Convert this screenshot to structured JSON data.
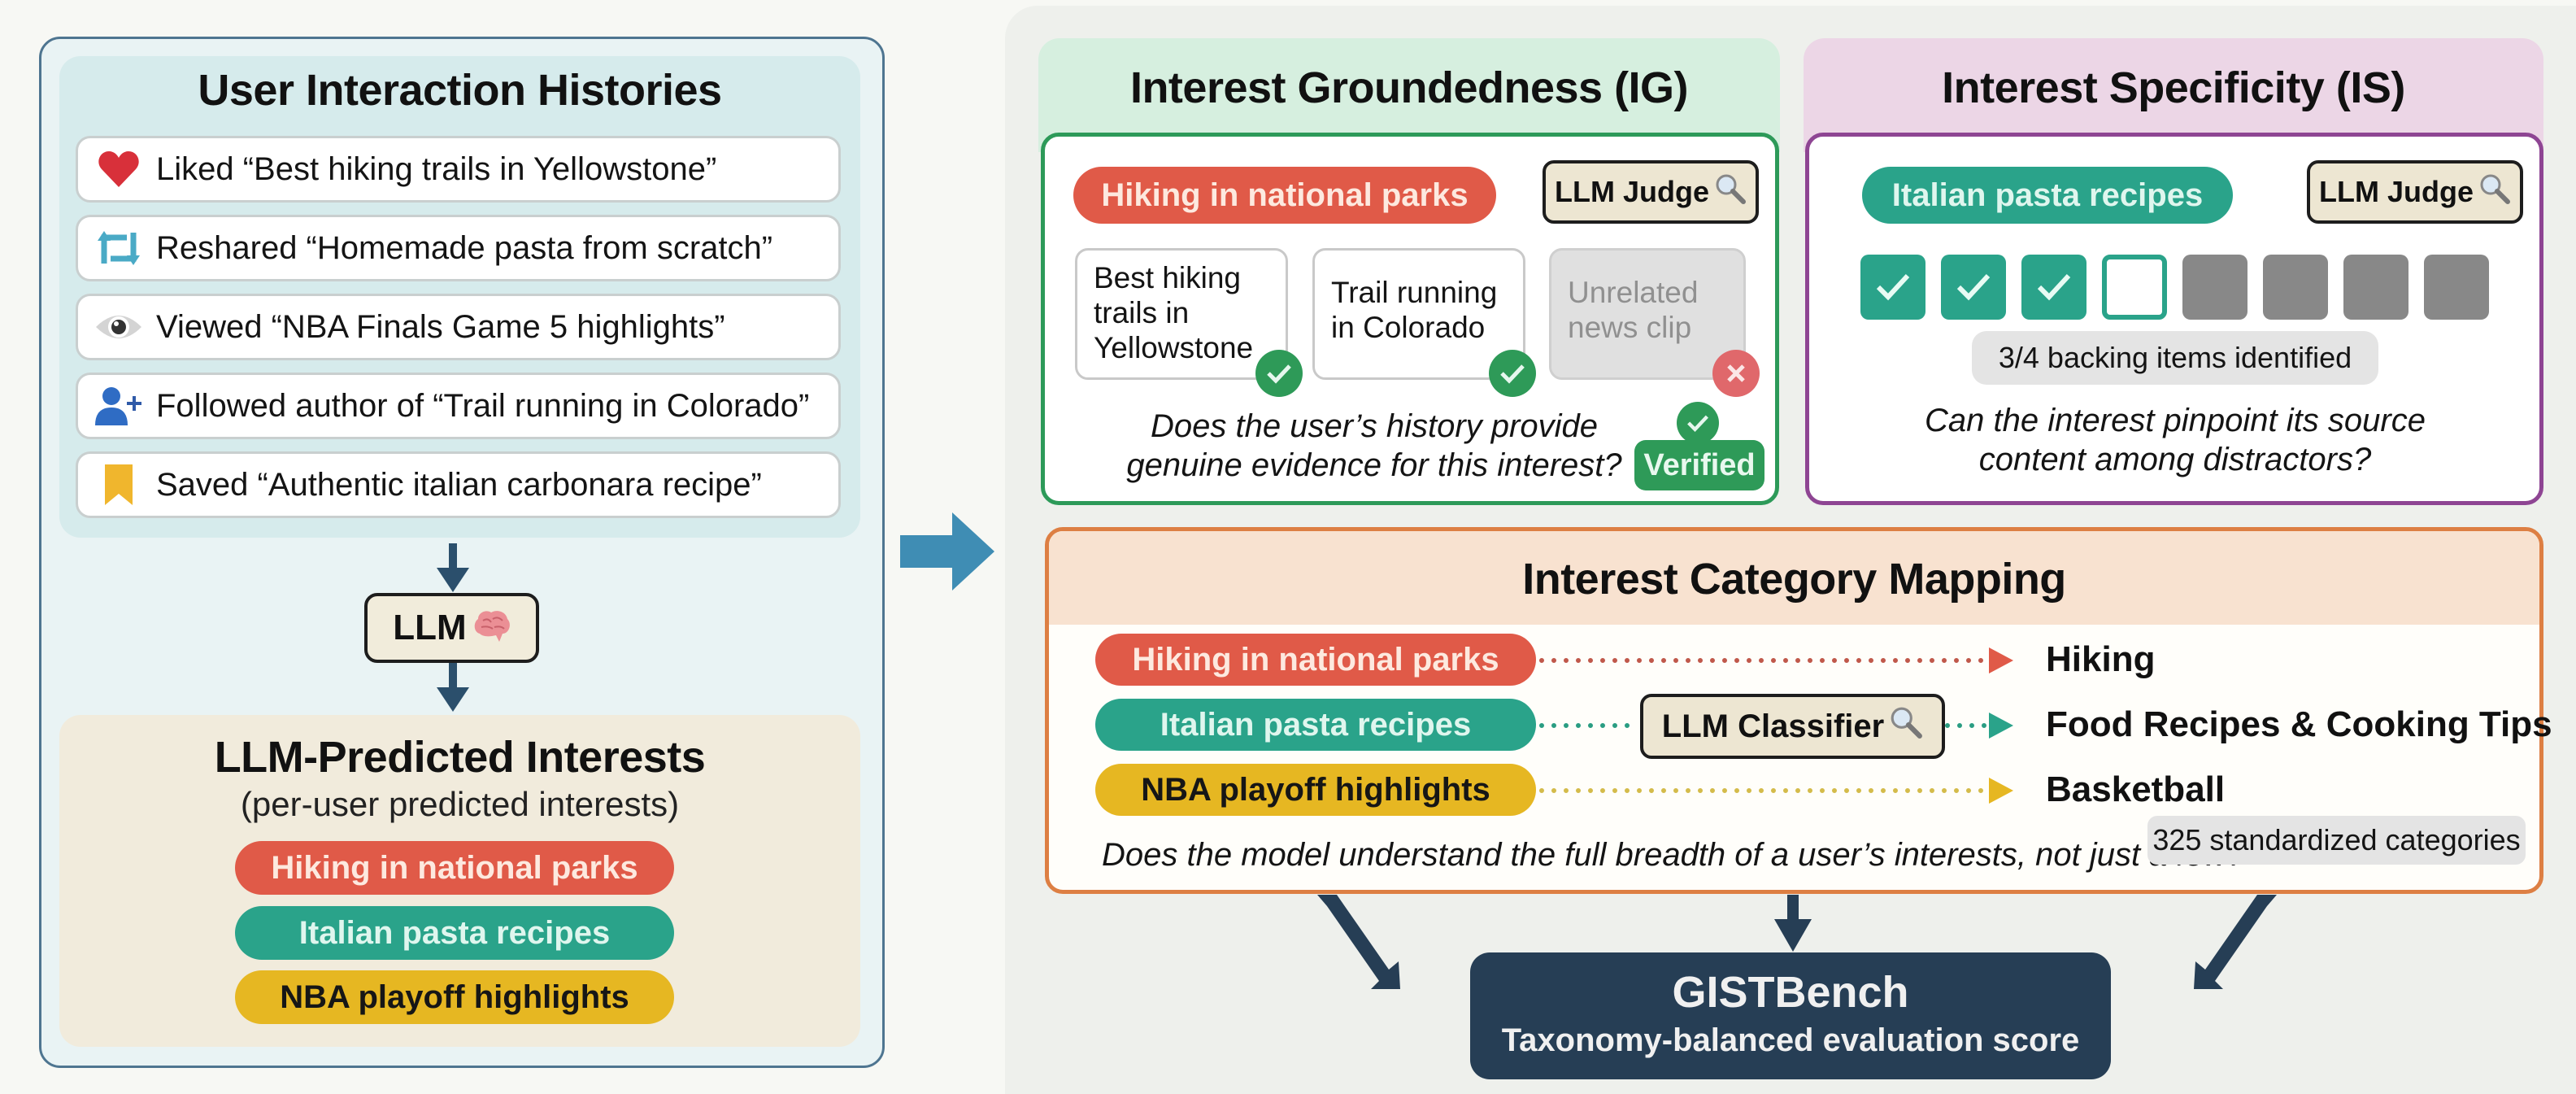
{
  "left": {
    "history": {
      "title": "User Interaction Histories",
      "items": [
        {
          "icon": "heart-icon",
          "text": "Liked “Best hiking trails in Yellowstone”"
        },
        {
          "icon": "reshare-icon",
          "text": "Reshared “Homemade pasta from scratch”"
        },
        {
          "icon": "eye-icon",
          "text": "Viewed “NBA Finals Game 5 highlights”"
        },
        {
          "icon": "add-user-icon",
          "text": "Followed author of “Trail running in Colorado”"
        },
        {
          "icon": "bookmark-icon",
          "text": "Saved “Authentic italian carbonara recipe”"
        }
      ]
    },
    "llm": {
      "label": "LLM",
      "icon": "brain-icon"
    },
    "predicted": {
      "title": "LLM-Predicted Interests",
      "subtitle": "(per-user predicted interests)",
      "interests": [
        "Hiking in national parks",
        "Italian pasta recipes",
        "NBA playoff highlights"
      ]
    }
  },
  "groundedness": {
    "title": "Interest Groundedness (IG)",
    "interest": "Hiking in national parks",
    "judge_label": "LLM Judge",
    "evidence": [
      {
        "text": "Best hiking trails in Yellowstone",
        "status": "match"
      },
      {
        "text": "Trail running in Colorado",
        "status": "match"
      },
      {
        "text": "Unrelated news clip",
        "status": "reject"
      }
    ],
    "question": "Does the user’s history provide genuine evidence for this interest?",
    "verdict": "Verified"
  },
  "specificity": {
    "title": "Interest Specificity (IS)",
    "interest": "Italian pasta recipes",
    "judge_label": "LLM Judge",
    "candidates": [
      "checked",
      "checked",
      "checked",
      "missed",
      "distractor",
      "distractor",
      "distractor",
      "distractor"
    ],
    "identified": 3,
    "backing_total": 4,
    "result_label": "3/4 backing items identified",
    "question": "Can the interest pinpoint its source content among distractors?"
  },
  "mapping": {
    "title": "Interest Category Mapping",
    "classifier_label": "LLM Classifier",
    "rows": [
      {
        "interest": "Hiking in national parks",
        "category": "Hiking",
        "color": "#e05a48"
      },
      {
        "interest": "Italian pasta recipes",
        "category": "Food Recipes & Cooking Tips",
        "color": "#2aa38a"
      },
      {
        "interest": "NBA playoff highlights",
        "category": "Basketball",
        "color": "#e6b722"
      }
    ],
    "question": "Does the model understand the full breadth of a user’s interests, not just a few?",
    "categories_tag": "325 standardized categories"
  },
  "result": {
    "title": "GISTBench",
    "subtitle": "Taxonomy-balanced evaluation score"
  },
  "colors": {
    "red": "#e05a48",
    "teal": "#2aa38a",
    "yellow": "#e6b722",
    "green": "#2e9a58",
    "purple": "#8e4593",
    "orange": "#dd7f43",
    "navy": "#263e55"
  }
}
